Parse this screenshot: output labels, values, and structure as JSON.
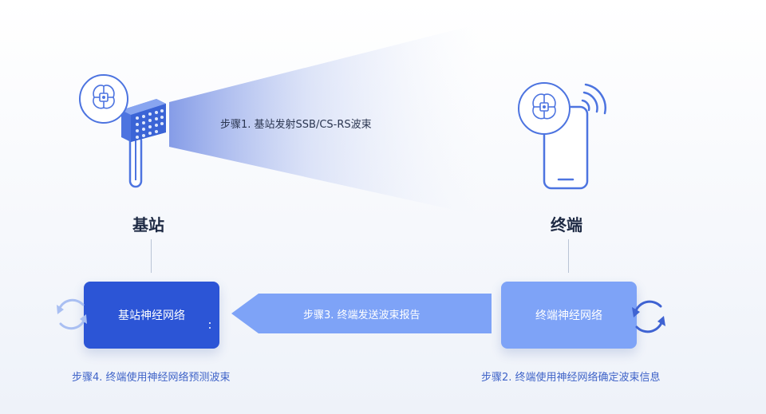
{
  "base_station": {
    "label": "基站",
    "network_box": "基站神经网络"
  },
  "terminal": {
    "label": "终端",
    "network_box": "终端神经网络"
  },
  "steps": {
    "step1": "步骤1. 基站发射SSB/CS-RS波束",
    "step2": "步骤2. 终端使用神经网络确定波束信息",
    "step3": "步骤3. 终端发送波束报告",
    "step4": "步骤4. 终端使用神经网络预测波束"
  },
  "colors": {
    "dark_blue": "#2c55d6",
    "light_blue": "#7ea3f7",
    "icon_blue": "#4d74e0",
    "text_dark": "#1e2a44",
    "step_blue": "#3f63c8"
  },
  "icons": {
    "base_station": "base-station-antenna-icon",
    "terminal": "smartphone-signal-icon",
    "brain": "ai-brain-chip-icon",
    "refresh": "circular-arrows-icon"
  }
}
